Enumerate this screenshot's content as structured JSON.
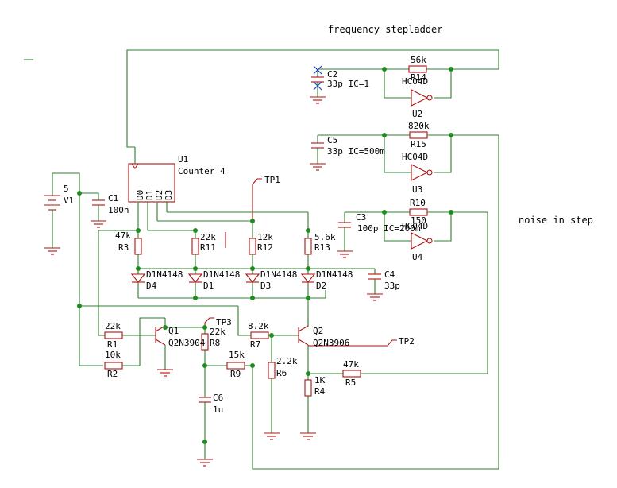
{
  "title": "frequency stepladder",
  "note": "noise in step",
  "labels": {
    "r14_val": "56k",
    "r14": "R14",
    "c2": "C2",
    "c2_val": "33p IC=1",
    "u2_type": "HC04D",
    "u2": "U2",
    "r15_val": "820k",
    "r15": "R15",
    "c5": "C5",
    "c5_val": "33p IC=500m",
    "u3_type": "HC04D",
    "u3": "U3",
    "r10": "R10",
    "r10_val": "150",
    "c3": "C3",
    "c3_val": "100p IC=200m",
    "u4_type": "HC04D",
    "u4": "U4",
    "u1": "U1",
    "u1_type": "Counter_4",
    "d0": "D0",
    "d1": "D1",
    "d2": "D2",
    "d3": "D3",
    "tp1": "TP1",
    "v1_val": "5",
    "v1": "V1",
    "c1": "C1",
    "c1_val": "100n",
    "r3_val": "47k",
    "r3": "R3",
    "r11_val": "22k",
    "r11": "R11",
    "r12_val": "12k",
    "r12": "R12",
    "r13_val": "5.6k",
    "r13": "R13",
    "d4_type": "D1N4148",
    "d4": "D4",
    "dd1_type": "D1N4148",
    "dd1": "D1",
    "d3d_type": "D1N4148",
    "d3d": "D3",
    "d2d_type": "D1N4148",
    "d2d": "D2",
    "c4": "C4",
    "c4_val": "33p",
    "r1_val": "22k",
    "r1": "R1",
    "r2_val": "10k",
    "r2": "R2",
    "q1": "Q1",
    "q1_type": "Q2N3904",
    "tp3": "TP3",
    "r8_val": "22k",
    "r8": "R8",
    "r7_val": "8.2k",
    "r7": "R7",
    "q2": "Q2",
    "q2_type": "Q2N3906",
    "tp2": "TP2",
    "r9_val": "15k",
    "r9": "R9",
    "r6_val": "2.2k",
    "r6": "R6",
    "r4_val": "1K",
    "r4": "R4",
    "r5_val": "47k",
    "r5": "R5",
    "c6": "C6",
    "c6_val": "1u"
  },
  "colors": {
    "wire": "#2f7f2f",
    "component": "#b01010",
    "junction": "#1e8c1e",
    "ic_marker": "#2040c0"
  }
}
